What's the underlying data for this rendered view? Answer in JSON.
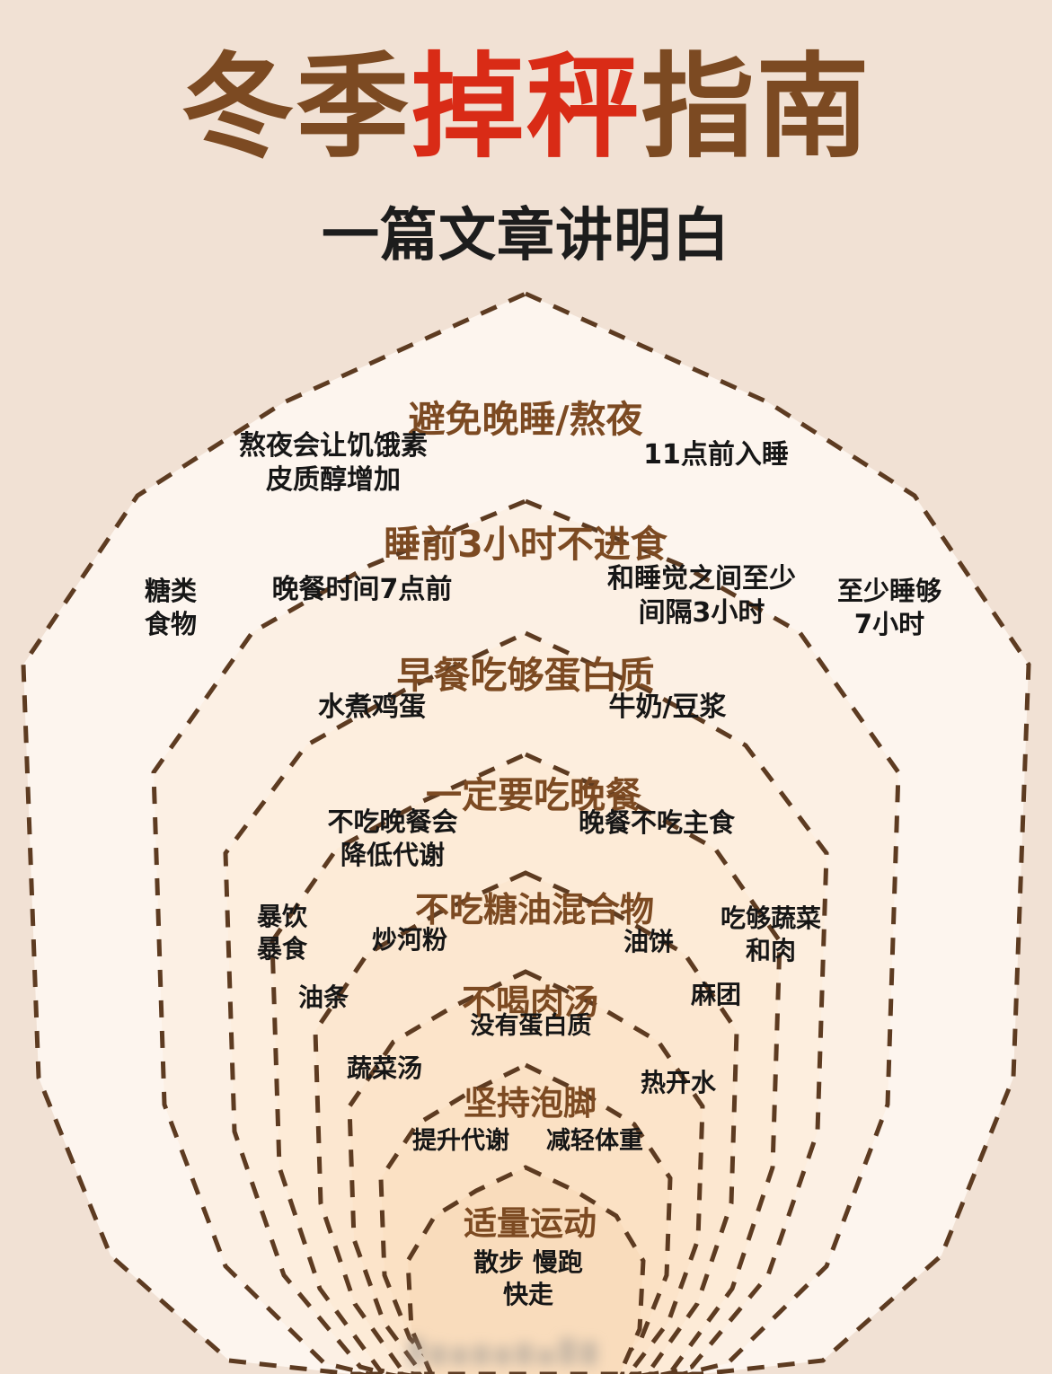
{
  "background_color": "#f1e1d4",
  "header": {
    "title_parts": [
      {
        "text": "冬季",
        "color": "#7c4a22"
      },
      {
        "text": "掉秤",
        "color": "#d92b16"
      },
      {
        "text": "指南",
        "color": "#7c4a22"
      }
    ],
    "title_full": "冬季掉秤指南",
    "subtitle": "一篇文章讲明白"
  },
  "palette": {
    "heading_brown": "#7c4a22",
    "accent_red": "#d92b16",
    "dash_stroke": "#5d3b21",
    "body_text": "#161616",
    "layer_fill_outer": "#fdf5ee",
    "layer_fill_inner": "#f9dfc2"
  },
  "pyramid": {
    "type": "nested-dashed-polygon-pyramid",
    "layer_count": 8,
    "layers": [
      {
        "index": 1,
        "heading": "避免晚睡/熬夜",
        "sub_left": "熬夜会让饥饿素\n皮质醇增加",
        "sub_right": "11点前入睡",
        "fill": "#fdf5ee"
      },
      {
        "index": 2,
        "heading": "睡前3小时不进食",
        "sub_left": "晚餐时间7点前",
        "sub_right": "和睡觉之间至少\n间隔3小时",
        "fill": "#fcf0e4"
      },
      {
        "index": 3,
        "heading": "早餐吃够蛋白质",
        "sub_left": "水煮鸡蛋",
        "sub_right": "牛奶/豆浆",
        "fill": "#fdeede"
      },
      {
        "index": 4,
        "heading": "一定要吃晚餐",
        "sub_left": "不吃晚餐会\n降低代谢",
        "sub_right": "晚餐不吃主食",
        "fill": "#fdebd7"
      },
      {
        "index": 5,
        "heading": "不吃糖油混合物",
        "sub_left": "炒河粉",
        "sub_right": "油饼",
        "fill": "#fce7d0"
      },
      {
        "index": 6,
        "heading": "不喝肉汤",
        "sub_center": "没有蛋白质",
        "fill": "#fce4ca"
      },
      {
        "index": 7,
        "heading": "坚持泡脚",
        "sub_left": "提升代谢",
        "sub_right": "减轻体重",
        "fill": "#fbe1c4"
      },
      {
        "index": 8,
        "heading": "适量运动",
        "sub_center": "散步 慢跑\n快走",
        "fill": "#f9dcbc"
      }
    ],
    "side_labels": [
      {
        "id": "sugar-food",
        "text": "糖类\n食物",
        "side": "left"
      },
      {
        "id": "sleep-7-hours",
        "text": "至少睡够\n7小时",
        "side": "right"
      },
      {
        "id": "binge-eating",
        "text": "暴饮\n暴食",
        "side": "left"
      },
      {
        "id": "youtiao",
        "text": "油条",
        "side": "left"
      },
      {
        "id": "veg-and-meat",
        "text": "吃够蔬菜\n和肉",
        "side": "right"
      },
      {
        "id": "matuan",
        "text": "麻团",
        "side": "right"
      },
      {
        "id": "veg-soup",
        "text": "蔬菜汤",
        "side": "left"
      },
      {
        "id": "hot-water",
        "text": "热开水",
        "side": "right"
      }
    ]
  },
  "watermark": {
    "label": "blurred-watermark"
  }
}
